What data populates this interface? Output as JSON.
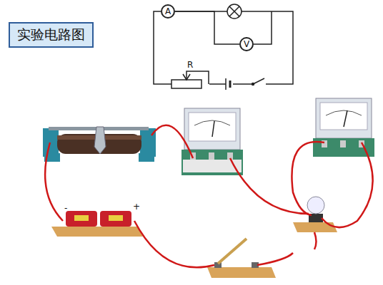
{
  "diagram": {
    "title": "实验电路图",
    "nodes": [
      {
        "text": [
          "A"
        ]
      },
      {
        "text": [
          "V"
        ]
      }
    ],
    "edges": [
      {
        "from": 0,
        "to": 1,
        "arrow": "none"
      }
    ],
    "labels": [
      "R",
      "-",
      "+"
    ]
  }
}
